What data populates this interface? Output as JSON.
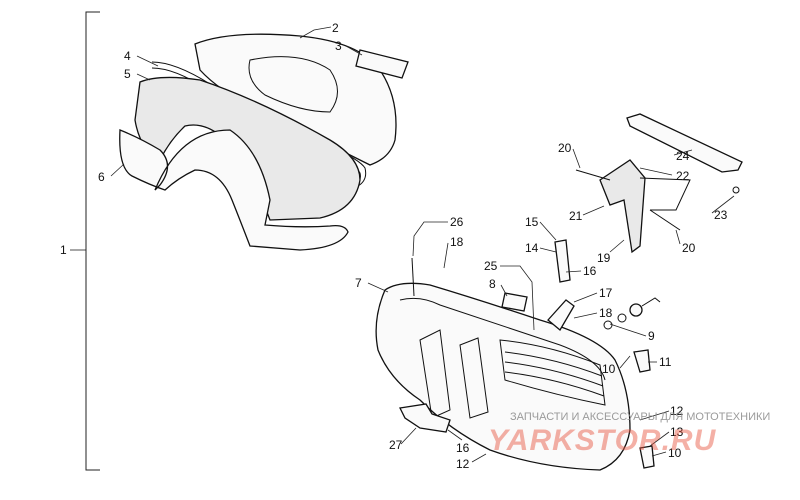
{
  "diagram": {
    "labels": [
      {
        "id": "1",
        "text": "1"
      },
      {
        "id": "2",
        "text": "2"
      },
      {
        "id": "3",
        "text": "3"
      },
      {
        "id": "4",
        "text": "4"
      },
      {
        "id": "5",
        "text": "5"
      },
      {
        "id": "6",
        "text": "6"
      },
      {
        "id": "7",
        "text": "7"
      },
      {
        "id": "8",
        "text": "8"
      },
      {
        "id": "9",
        "text": "9"
      },
      {
        "id": "10a",
        "text": "10"
      },
      {
        "id": "10b",
        "text": "10"
      },
      {
        "id": "11",
        "text": "11"
      },
      {
        "id": "12a",
        "text": "12"
      },
      {
        "id": "12b",
        "text": "12"
      },
      {
        "id": "13",
        "text": "13"
      },
      {
        "id": "14",
        "text": "14"
      },
      {
        "id": "15",
        "text": "15"
      },
      {
        "id": "16a",
        "text": "16"
      },
      {
        "id": "16b",
        "text": "16"
      },
      {
        "id": "17",
        "text": "17"
      },
      {
        "id": "18a",
        "text": "18"
      },
      {
        "id": "18b",
        "text": "18"
      },
      {
        "id": "19",
        "text": "19"
      },
      {
        "id": "20a",
        "text": "20"
      },
      {
        "id": "20b",
        "text": "20"
      },
      {
        "id": "21",
        "text": "21"
      },
      {
        "id": "22",
        "text": "22"
      },
      {
        "id": "23",
        "text": "23"
      },
      {
        "id": "24",
        "text": "24"
      },
      {
        "id": "25",
        "text": "25"
      },
      {
        "id": "26",
        "text": "26"
      },
      {
        "id": "27",
        "text": "27"
      }
    ]
  },
  "watermark": {
    "tagline": "ЗАПЧАСТИ И АКСЕССУАРЫ ДЛЯ МОТОТЕХНИКИ",
    "brand": "YARKSTOR.RU"
  },
  "colors": {
    "line": "#111111",
    "watermark_brand": "#e8513b",
    "watermark_tagline": "#8a8a8a"
  }
}
